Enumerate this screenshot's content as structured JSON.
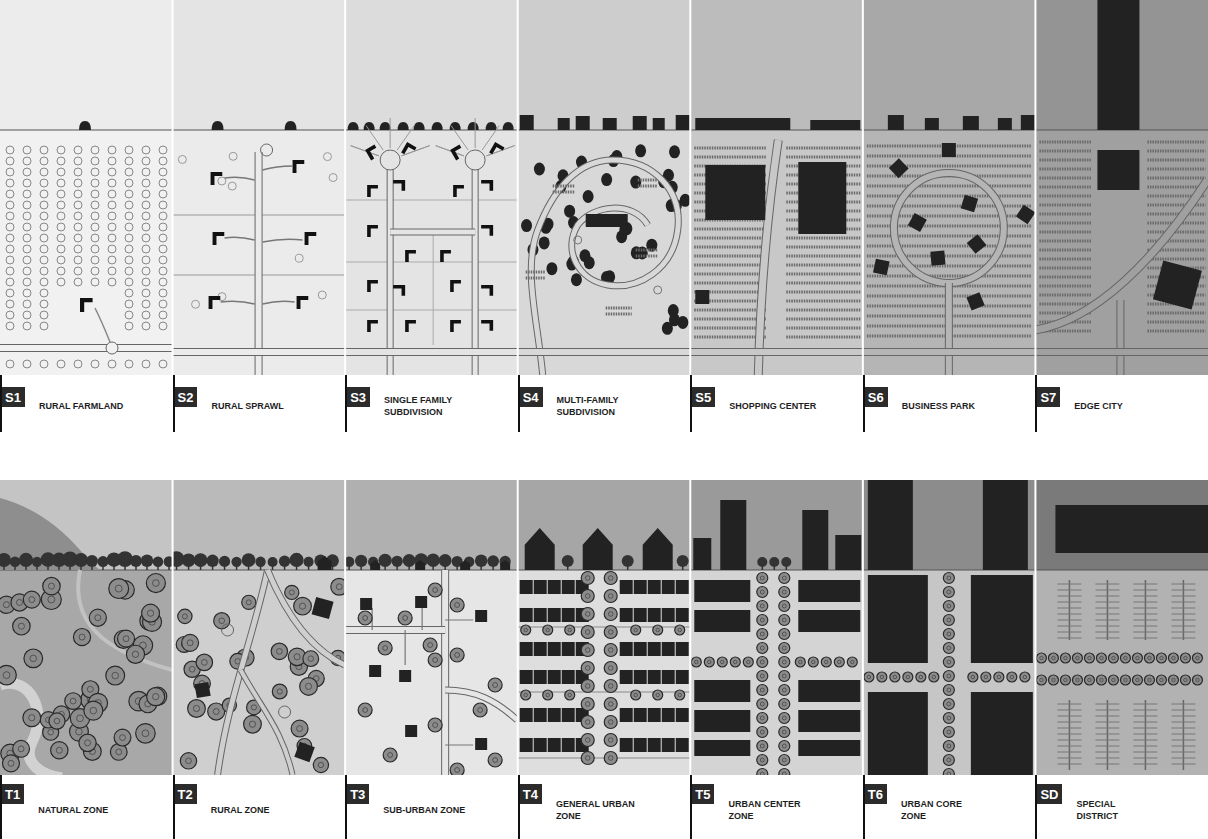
{
  "diagram": {
    "nodes": [
      {
        "text": [
          "S1",
          "RURAL FARMLAND"
        ]
      },
      {
        "text": [
          "S2",
          "RURAL SPRAWL"
        ]
      },
      {
        "text": [
          "S3",
          "SINGLE FAMILY SUBDIVISION"
        ]
      },
      {
        "text": [
          "S4",
          "MULTI-FAMILY SUBDIVISION"
        ]
      },
      {
        "text": [
          "S5",
          "SHOPPING CENTER"
        ]
      },
      {
        "text": [
          "S6",
          "BUSINESS PARK"
        ]
      },
      {
        "text": [
          "S7",
          "EDGE CITY"
        ]
      },
      {
        "text": [
          "T1",
          "NATURAL ZONE"
        ]
      },
      {
        "text": [
          "T2",
          "RURAL ZONE"
        ]
      },
      {
        "text": [
          "T3",
          "SUB-URBAN ZONE"
        ]
      },
      {
        "text": [
          "T4",
          "GENERAL URBAN ZONE"
        ]
      },
      {
        "text": [
          "T5",
          "URBAN CENTER ZONE"
        ]
      },
      {
        "text": [
          "T6",
          "URBAN CORE ZONE"
        ]
      },
      {
        "text": [
          "SD",
          "SPECIAL DISTRICT"
        ]
      }
    ]
  }
}
